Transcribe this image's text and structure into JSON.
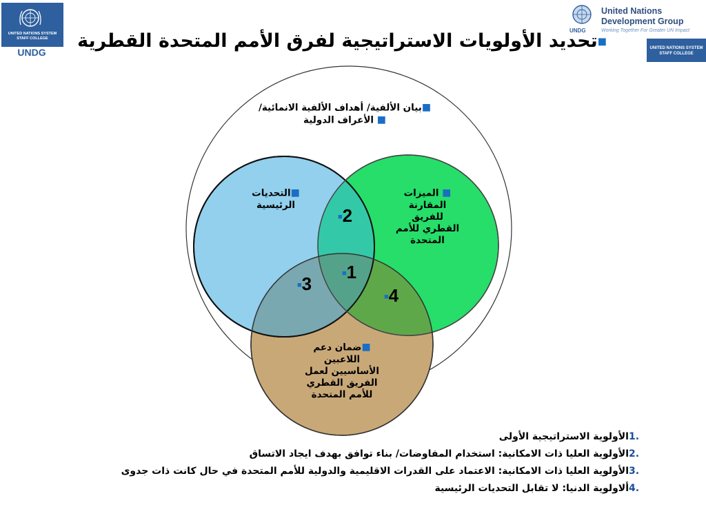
{
  "header": {
    "title": "تحديد الأولويات الاستراتيجية لفرق الأمم المتحدة القطرية",
    "left_logo": {
      "caption": "UNITED NATIONS SYSTEM STAFF COLLEGE",
      "abbr": "UNDG"
    },
    "right_logo": {
      "line1": "United Nations",
      "line2": "Development Group",
      "tagline": "Working Together For Greater UN Impact",
      "abbr": "UNDG",
      "staff_college": "UNITED NATIONS SYSTEM STAFF COLLEGE"
    }
  },
  "diagram": {
    "outer_label_line1": "بيان الألفية/ أهداف الألفية الانمائية/",
    "outer_label_line2": "الأعراف الدولية",
    "blue_label": "التحديات الرئيسية",
    "green_label": "الميزات المقارنة للفريق القطري للأمم المتحدة",
    "tan_label": "ضمان دعم اللاعبين الأساسيين لعمل الفريق القطري للأمم المتحدة",
    "regions": [
      "1",
      "2",
      "3",
      "4"
    ],
    "colors": {
      "blue": "#7fc8ea",
      "green": "#22dd66",
      "tan": "#c9a878",
      "bullet": "#1a6fc4"
    }
  },
  "legend": [
    {
      "index": "1.",
      "text": "الأولوية الاستراتيجية الأولى"
    },
    {
      "index": "2.",
      "text": "الأولوية العليا ذات الامكانية: استخدام المفاوضات/ بناء توافق بهدف ايجاد الاتساق"
    },
    {
      "index": "3.",
      "text": "الأولوية العليا ذات الامكانية: الاعتماد على القدرات الاقليمية والدولية للأمم المتحدة في حال كانت ذات جدوى"
    },
    {
      "index": "4.",
      "text": "ألاولوية الدنيا: لا تقابل التحديات الرئيسية"
    }
  ]
}
